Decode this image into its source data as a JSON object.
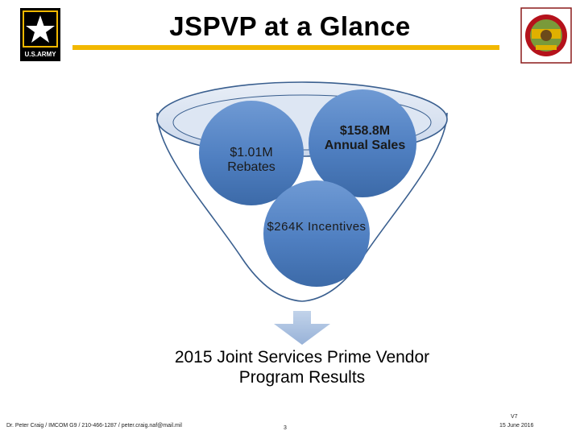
{
  "slide": {
    "title": "JSPVP at a Glance",
    "accent_color": "#f2b800"
  },
  "logos": {
    "army_text": "U.S.ARMY",
    "army_icon": "army-star-logo",
    "seal_icon": "imcom-seal-logo"
  },
  "diagram": {
    "rebates": "$1.01M Rebates",
    "sales": "$158.8M Annual Sales",
    "incentives": "$264K Incentives",
    "result": "2015 Joint Services Prime Vendor Program Results",
    "circle_color": "#4f7fc1",
    "arrow_color": "#a9c0e0"
  },
  "footer": {
    "contact": "Dr. Peter Craig / IMCOM G9 / 210-466-1287 / peter.craig.naf@mail.mil",
    "page": "3",
    "version": "V7",
    "date": "15 June 2016"
  }
}
